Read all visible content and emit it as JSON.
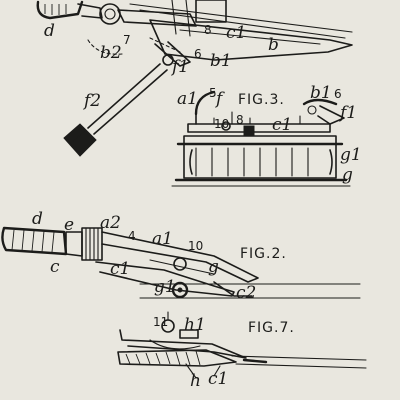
{
  "figures": {
    "fig3": "FIG.3.",
    "fig2": "FIG.2.",
    "fig7": "FIG.7."
  },
  "top_labels": {
    "d": "d",
    "b2": "b2",
    "n7": "7",
    "n8": "8",
    "c1": "c1",
    "b": "b",
    "f1": "f1",
    "n6": "6",
    "b1": "b1",
    "f2": "f2"
  },
  "fig3_labels": {
    "a1": "a1",
    "n5": "5",
    "f": "f",
    "b1": "b1",
    "n6": "6",
    "f1": "f1",
    "n10": "10",
    "n8": "8",
    "c1": "c1",
    "g1": "g1",
    "g": "g"
  },
  "fig2_labels": {
    "d": "d",
    "e": "e",
    "a2": "a2",
    "n4": "4",
    "a1": "a1",
    "n10": "10",
    "c": "c",
    "c1": "c1",
    "g": "g",
    "g1": "g1",
    "c2": "c2"
  },
  "fig7_labels": {
    "n11": "11",
    "h1": "h1",
    "h": "h",
    "c1": "c1"
  }
}
